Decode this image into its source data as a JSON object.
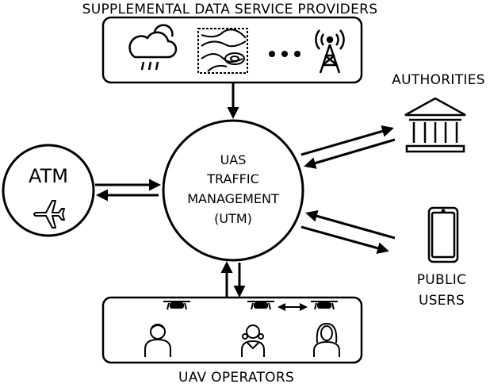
{
  "labels": {
    "supplemental": "SUPPLEMENTAL DATA SERVICE PROVIDERS",
    "authorities": "AUTHORITIES",
    "public_line1": "PUBLIC",
    "public_line2": "USERS",
    "uav_operators": "UAV OPERATORS",
    "atm": "ATM",
    "utm_line1": "UAS",
    "utm_line2": "TRAFFIC",
    "utm_line3": "MANAGEMENT",
    "utm_line4": "(UTM)"
  },
  "icons": {
    "weather": "cloud-rain-sun-icon",
    "terrain": "topographic-map-icon",
    "more": "ellipsis-icon",
    "tower": "radio-tower-icon",
    "authority": "government-building-icon",
    "phone": "smartphone-icon",
    "plane": "airplane-icon",
    "drone": "drone-icon",
    "operator": "person-icon"
  },
  "colors": {
    "stroke": "#000000",
    "background": "#ffffff"
  }
}
